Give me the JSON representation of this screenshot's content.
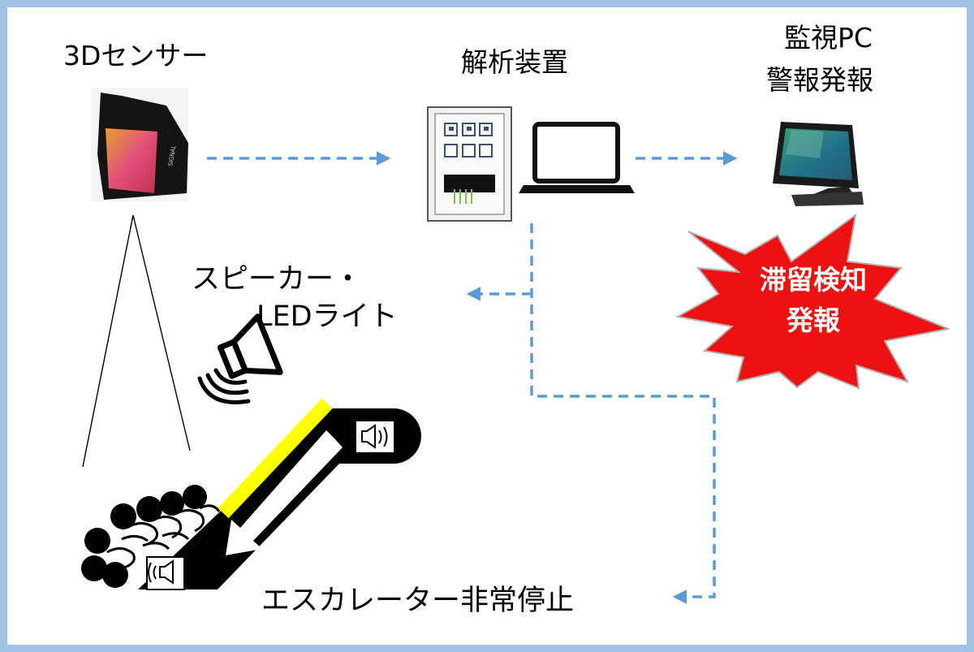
{
  "labels": {
    "sensor": "3Dセンサー",
    "analyzer": "解析装置",
    "monitor_line1": "監視PC",
    "monitor_line2": "警報発報",
    "speaker_line1": "スピーカー・",
    "speaker_line2": "LEDライト",
    "escalator_stop": "エスカレーター非常停止"
  },
  "alert": {
    "line1": "滞留検知",
    "line2": "発報"
  },
  "colors": {
    "frame": "#a0c0e4",
    "dashed_arrow": "#5b9bd5",
    "burst_fill": "#ee1111",
    "handrail": "#ffff00",
    "escalator_body": "#000000"
  },
  "icons": {
    "sensor": "3d-sensor-device-icon",
    "server": "analysis-server-rack-icon",
    "laptop": "laptop-icon",
    "monitor": "monitoring-pc-icon",
    "speaker": "speaker-icon",
    "crowd": "crowd-people-icon"
  }
}
